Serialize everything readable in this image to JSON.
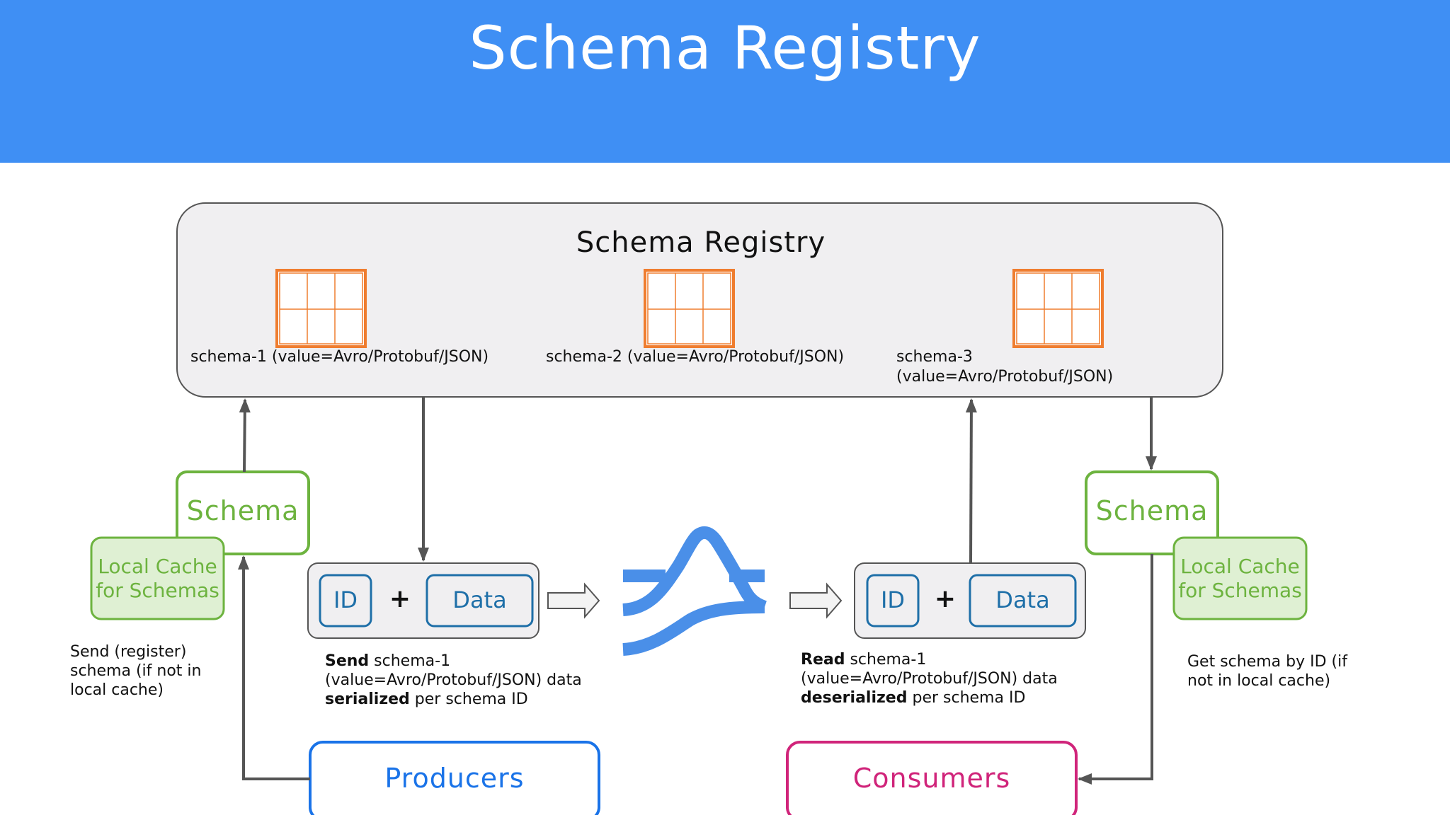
{
  "banner": {
    "title": "Schema Registry"
  },
  "registry": {
    "title": "Schema Registry",
    "schemas": [
      {
        "label": "schema-1 (value=Avro/Protobuf/JSON)"
      },
      {
        "label": "schema-2 (value=Avro/Protobuf/JSON)"
      },
      {
        "label_line1": "schema-3",
        "label_line2": "(value=Avro/Protobuf/JSON)"
      }
    ]
  },
  "producer_side": {
    "schema_box": "Schema",
    "cache_line1": "Local Cache",
    "cache_line2": "for Schemas",
    "send_note": [
      "Send (register)",
      "schema (if not in",
      "local cache)"
    ],
    "message": {
      "id": "ID",
      "plus": "+",
      "data": "Data"
    },
    "caption": {
      "l1_bold": "Send",
      "l1_rest": " schema-1",
      "l2": "(value=Avro/Protobuf/JSON) data",
      "l3_bold": "serialized",
      "l3_rest": " per schema ID"
    },
    "actor": "Producers"
  },
  "consumer_side": {
    "schema_box": "Schema",
    "cache_line1": "Local Cache",
    "cache_line2": "for Schemas",
    "get_note": [
      "Get schema by ID (if",
      "not in local cache)"
    ],
    "message": {
      "id": "ID",
      "plus": "+",
      "data": "Data"
    },
    "caption": {
      "l1_bold": "Read",
      "l1_rest": " schema-1",
      "l2": "(value=Avro/Protobuf/JSON) data",
      "l3_bold": "deserialized",
      "l3_rest": " per schema ID"
    },
    "actor": "Consumers"
  },
  "colors": {
    "banner": "#3f8ff4",
    "registry_fill": "#f0eff1",
    "table_orange": "#ef7d2f",
    "green": "#6db33f",
    "green_fill": "#dff0d3",
    "pill_blue": "#1e6fa8",
    "producers_blue": "#1a73e8",
    "consumers_pink": "#d0247a",
    "kafka_logo": "#4a8fe8",
    "arrow_gray": "#555555"
  },
  "icons": {
    "schema_table": "table-icon",
    "kafka_logo": "kafka-wave-logo",
    "flow_arrow": "hollow-right-arrow"
  }
}
